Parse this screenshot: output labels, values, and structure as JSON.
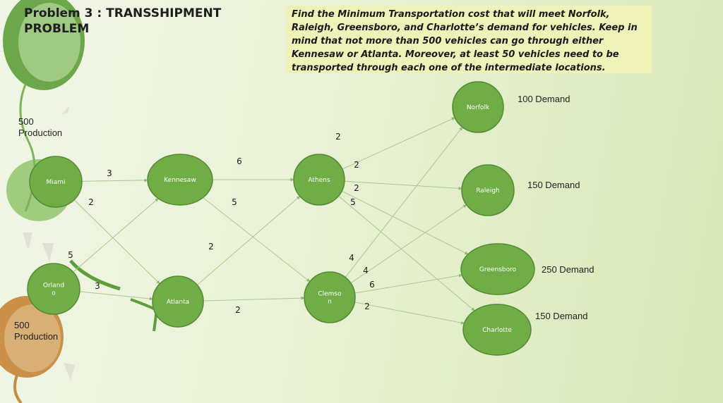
{
  "title_line1": "Problem 3 : TRANSSHIPMENT",
  "title_line2": "PROBLEM",
  "problem_text": "Find the Minimum Transportation cost that will meet Norfolk, Raleigh, Greensboro, and Charlotte’s demand for vehicles. Keep in mind that not more than 500 vehicles can go through either Kennesaw or Atlanta. Moreover, at least 50 vehicles need to be transported through each one of the intermediate locations.",
  "colors": {
    "node": "#70ad47",
    "node_border": "#558a32",
    "edge": "#a8c98a",
    "textbox": "#eef2b8"
  },
  "sources": [
    {
      "id": "miami",
      "name": "Miami",
      "supply_value": "500",
      "supply_label": "Production"
    },
    {
      "id": "orlando",
      "name": "Orlando",
      "name_lines": [
        "Orland",
        "o"
      ],
      "supply_value": "500",
      "supply_label": "Production"
    }
  ],
  "transshipment": [
    {
      "id": "kennesaw",
      "name": "Kennesaw"
    },
    {
      "id": "atlanta",
      "name": "Atlanta"
    },
    {
      "id": "athens",
      "name": "Athens"
    },
    {
      "id": "clemson",
      "name": "Clemson",
      "name_lines": [
        "Clemso",
        "n"
      ]
    }
  ],
  "destinations": [
    {
      "id": "norfolk",
      "name": "Norfolk",
      "demand": "100 Demand"
    },
    {
      "id": "raleigh",
      "name": "Raleigh",
      "demand": "150 Demand"
    },
    {
      "id": "greensboro",
      "name": "Greensboro",
      "demand": "250 Demand"
    },
    {
      "id": "charlotte",
      "name": "Charlotte",
      "demand": "150 Demand"
    }
  ],
  "edges": [
    {
      "from": "miami",
      "to": "kennesaw",
      "cost": "3"
    },
    {
      "from": "miami",
      "to": "atlanta",
      "cost": "2"
    },
    {
      "from": "orlando",
      "to": "kennesaw",
      "cost": "5"
    },
    {
      "from": "orlando",
      "to": "atlanta",
      "cost": "3"
    },
    {
      "from": "kennesaw",
      "to": "athens",
      "cost": "6"
    },
    {
      "from": "kennesaw",
      "to": "clemson",
      "cost": "5"
    },
    {
      "from": "atlanta",
      "to": "athens",
      "cost": "2"
    },
    {
      "from": "atlanta",
      "to": "clemson",
      "cost": "2"
    },
    {
      "from": "athens",
      "to": "norfolk",
      "cost": "2"
    },
    {
      "from": "athens",
      "to": "raleigh",
      "cost": "2"
    },
    {
      "from": "athens",
      "to": "greensboro",
      "cost": "2"
    },
    {
      "from": "athens",
      "to": "charlotte",
      "cost": "5"
    },
    {
      "from": "clemson",
      "to": "norfolk",
      "cost": "4"
    },
    {
      "from": "clemson",
      "to": "raleigh",
      "cost": "4"
    },
    {
      "from": "clemson",
      "to": "greensboro",
      "cost": "6"
    },
    {
      "from": "clemson",
      "to": "charlotte",
      "cost": "2"
    }
  ]
}
